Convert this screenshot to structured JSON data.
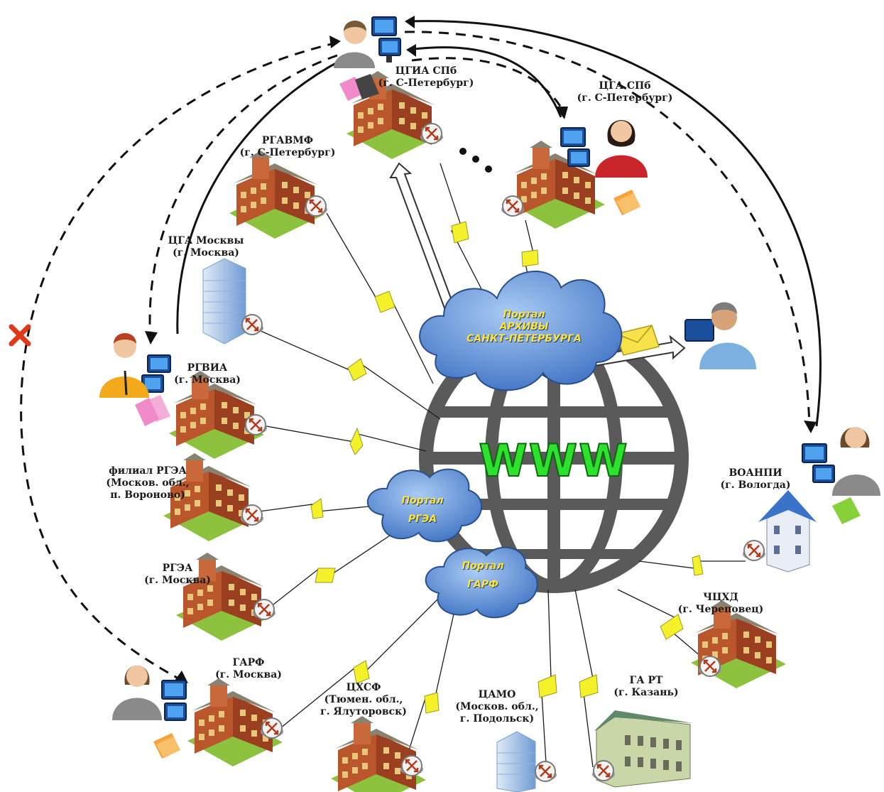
{
  "globe_label": "WWW",
  "portals": {
    "spb": {
      "line1": "Портал",
      "line2": "АРХИВЫ",
      "line3": "САНКТ-ПЕТЕРБУРГА"
    },
    "rgea": {
      "line1": "Портал",
      "line2": "РГЭА"
    },
    "garf": {
      "line1": "Портал",
      "line2": "ГАРФ"
    }
  },
  "archives": {
    "tsgia": {
      "name": "ЦГИА СПб",
      "place": "(г. С-Петербург)"
    },
    "tsga_spb": {
      "name": "ЦГА СПб",
      "place": "(г. С-Петербург)"
    },
    "rgavmf": {
      "name": "РГАВМФ",
      "place": "(г. С-Петербург)"
    },
    "tsga_msk": {
      "name": "ЦГА Москвы",
      "place": "(г. Москва)"
    },
    "rgvia": {
      "name": "РГВИА",
      "place": "(г. Москва)"
    },
    "rgea_branch": {
      "line1": "филиал РГЭА",
      "line2": "(Москов. обл.,",
      "line3": "п. Вороново)"
    },
    "rgea": {
      "name": "РГЭА",
      "place": "(г. Москва)"
    },
    "garf": {
      "name": "ГАРФ",
      "place": "(г. Москва)"
    },
    "tshsf": {
      "line1": "ЦХСФ",
      "line2": "(Тюмен. обл.,",
      "line3": "г. Ялуторовск)"
    },
    "tsamo": {
      "line1": "ЦАМО",
      "line2": "(Москов. обл.,",
      "line3": "г. Подольск)"
    },
    "ga_rt": {
      "name": "ГА РТ",
      "place": "(г. Казань)"
    },
    "tshd": {
      "name": "ЧЦХД",
      "place": "(г. Череповец)"
    },
    "voanpi": {
      "name": "ВОАНПИ",
      "place": "(г. Вологда)"
    }
  },
  "colors": {
    "globe": "#5a5a5a",
    "cloud": "#5b8fd6",
    "lightning": "#f4f02a",
    "building_wall": "#b9562c",
    "building_trim": "#e7c77a",
    "roof": "#8a8270",
    "lawn": "#8dc23f",
    "accent_red": "#e0391a"
  }
}
